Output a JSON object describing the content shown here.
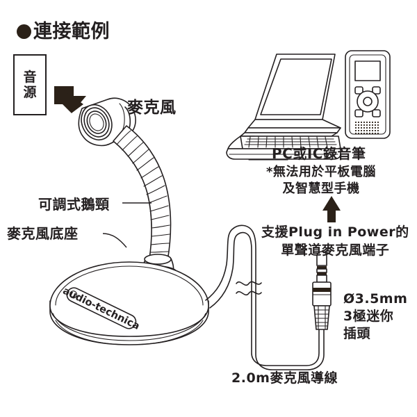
{
  "page": {
    "title_bullet": "●",
    "title": "連接範例",
    "background": "#ffffff",
    "ink": "#231f20"
  },
  "source_box": {
    "line1": "音",
    "line2": "源"
  },
  "labels": {
    "microphone": "麥克風",
    "gooseneck": "可調式鵝頸",
    "mic_base": "麥克風底座",
    "brand": "audio-technica",
    "pc_or_recorder": "PC或IC錄音筆",
    "note_line1": "*無法用於平板電腦",
    "note_line2": "及智慧型手機",
    "plug_in_power_line1": "支援Plug in Power的",
    "plug_in_power_line2": "單聲道麥克風端子",
    "plug_line1": "Ø3.5mm",
    "plug_line2": "3極迷你",
    "plug_line3": "插頭",
    "cable": "2.0m麥克風導線"
  },
  "icons": {
    "arrow_to_mic": "arrow-down-right-icon",
    "arrow_up": "arrow-up-icon",
    "break_symbol": "cable-break-icon"
  }
}
